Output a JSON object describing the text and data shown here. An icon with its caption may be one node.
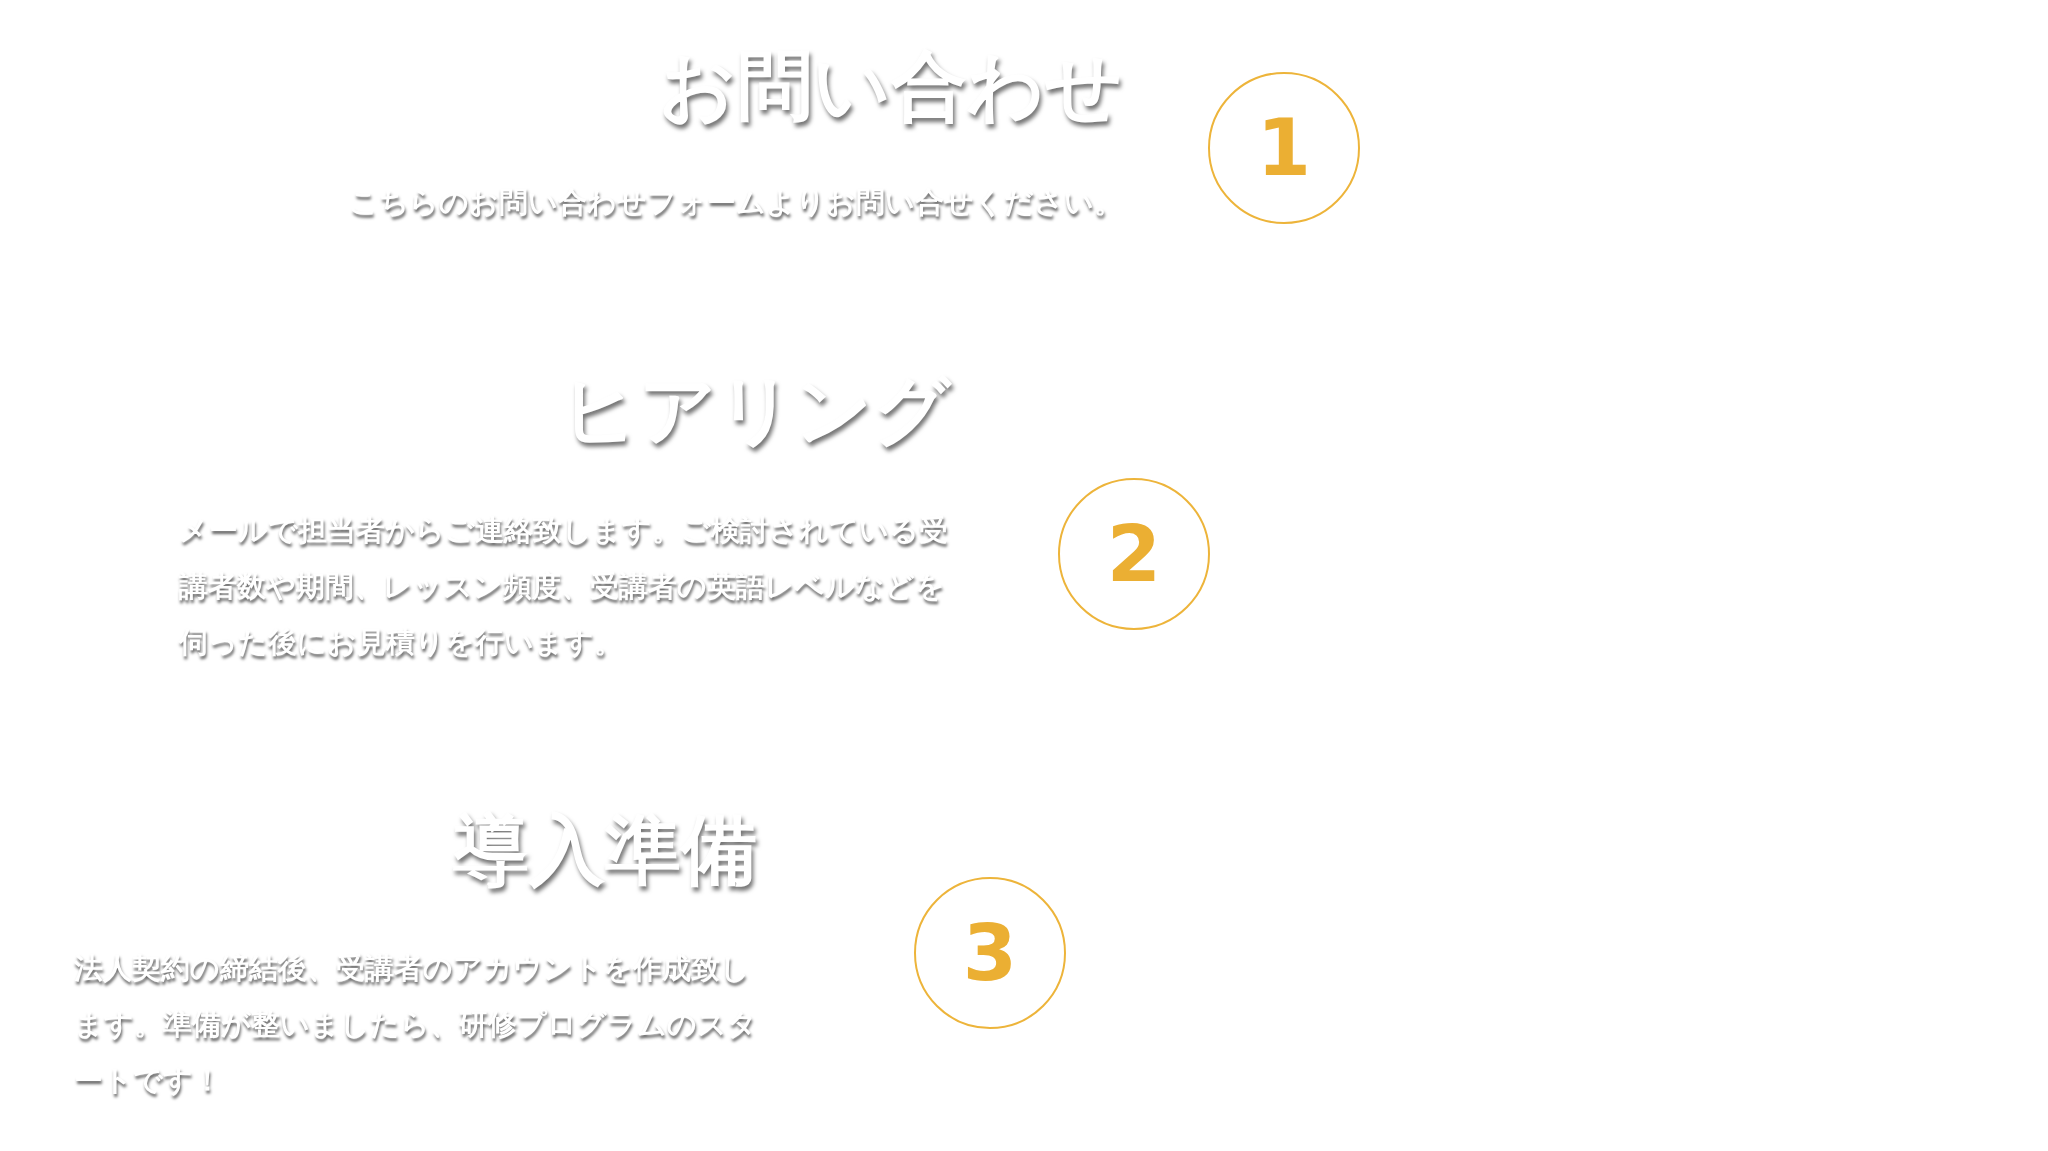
{
  "diagram": {
    "nodes": [
      {
        "text": [
          "1"
        ],
        "beside": [
          "お問い合わせ",
          "こちらのお問い合わせフォームよりお問い合せください。"
        ]
      },
      {
        "text": [
          "2"
        ],
        "beside": [
          "ヒアリング",
          "メールで担当者からご連絡致します。ご検討されている受講者数や期間、レッスン頻度、受講者の英語レベルなどを伺った後にお見積りを行います。"
        ]
      },
      {
        "text": [
          "3"
        ],
        "beside": [
          "導入準備",
          "法人契約の締結後、受講者のアカウントを作成致します。準備が整いましたら、研修プログラムのスタートです！"
        ]
      }
    ]
  }
}
